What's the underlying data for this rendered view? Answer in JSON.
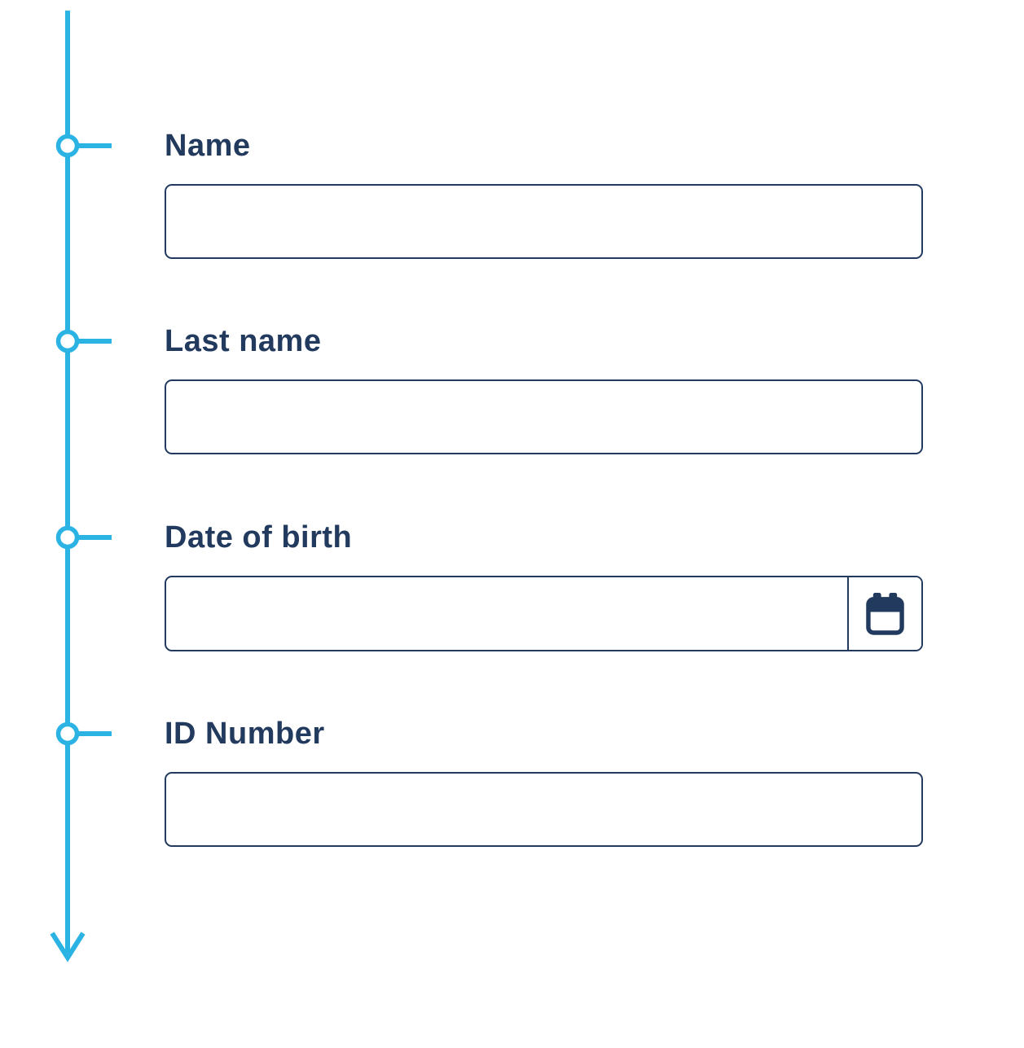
{
  "page": {
    "background": "#ffffff"
  },
  "colors": {
    "accent_cyan": "#2BB3E3",
    "navy": "#223A5E"
  },
  "timeline": {
    "direction": "down",
    "arrow_icon": "arrow-down-icon",
    "node_count": 4,
    "nodes": [
      {
        "id": "node-name"
      },
      {
        "id": "node-last-name"
      },
      {
        "id": "node-date-of-birth"
      },
      {
        "id": "node-id-number"
      }
    ]
  },
  "form": {
    "fields": [
      {
        "label": "Name",
        "value": "",
        "type": "text"
      },
      {
        "label": "Last name",
        "value": "",
        "type": "text"
      },
      {
        "label": "Date of birth",
        "value": "",
        "type": "date",
        "icon": "calendar-icon"
      },
      {
        "label": "ID Number",
        "value": "",
        "type": "text"
      }
    ]
  }
}
